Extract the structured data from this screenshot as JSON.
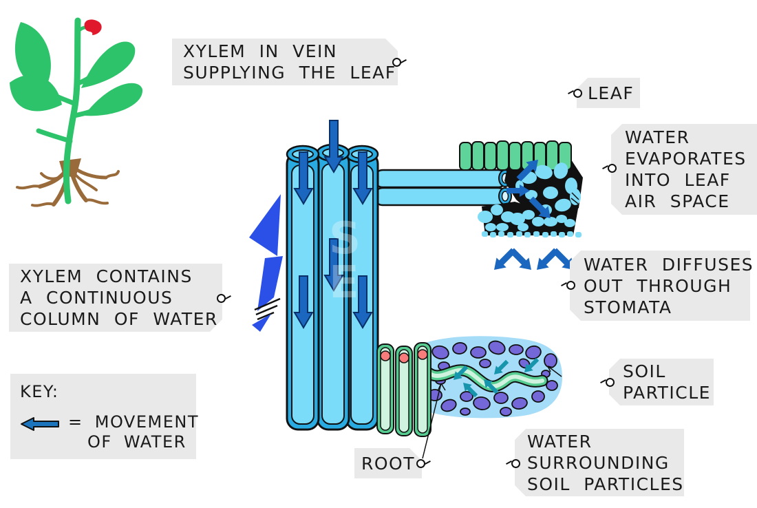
{
  "labels": {
    "xylem_vein": {
      "lines": [
        "XYLEM IN VEIN",
        "SUPPLYING THE LEAF"
      ]
    },
    "leaf": {
      "lines": [
        "LEAF"
      ]
    },
    "water_evaporates": {
      "lines": [
        "WATER",
        "EVAPORATES",
        "INTO LEAF",
        "AIR SPACE"
      ]
    },
    "xylem_contains": {
      "lines": [
        "XYLEM CONTAINS",
        "A CONTINUOUS",
        "COLUMN OF WATER"
      ]
    },
    "water_diffuses": {
      "lines": [
        "WATER DIFFUSES",
        "OUT THROUGH",
        "STOMATA"
      ]
    },
    "soil_particle": {
      "lines": [
        "SOIL",
        "PARTICLE"
      ]
    },
    "root": {
      "lines": [
        "ROOT"
      ]
    },
    "water_surrounding": {
      "lines": [
        "WATER",
        "SURROUNDING",
        "SOIL PARTICLES"
      ]
    }
  },
  "key": {
    "title": "KEY:",
    "line1": "= MOVEMENT",
    "line2": "OF WATER",
    "arrow_icon": "left-arrow"
  },
  "watermark": {
    "letters": [
      "S",
      "E"
    ]
  },
  "colors": {
    "page_bg": "#ffffff",
    "tag_bg": "#e9e9e9",
    "text": "#1a1a1a",
    "black": "#111111",
    "tube_rim": "#29abe2",
    "tube_fill": "#7bdcf9",
    "arrow_blue": "#1b66be",
    "arrow_outline": "#0a3068",
    "key_arrow": "#1c75bc",
    "leaf_cell_green": "#5fd49a",
    "spongy_cyan": "#7edcf7",
    "root_wall_green": "#57cd92",
    "root_cell_fill": "#cff3de",
    "nucleus_pink": "#f87c7c",
    "soil_water_blue": "#a5dcf7",
    "soil_particle_purple": "#7468d8",
    "teal_arrow": "#1795ad",
    "plant_green": "#2dc36a",
    "plant_root_brown": "#9a6b3a",
    "flower_red": "#e0192d",
    "watermark_blue": "#2b50e8",
    "vein_lumen": "#d8f5fd"
  }
}
